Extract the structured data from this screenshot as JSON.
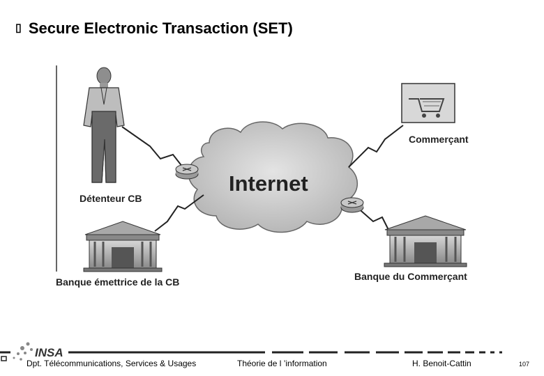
{
  "slide": {
    "bullet": "▯",
    "title": "Secure Electronic Transaction (SET)"
  },
  "diagram": {
    "cloud_label": "Internet",
    "labels": {
      "cardholder": "Détenteur CB",
      "merchant": "Commerçant",
      "issuer_bank": "Banque émettrice de la CB",
      "merchant_bank": "Banque du Commerçant"
    }
  },
  "footer": {
    "logo_text": "INSA",
    "department": "Dpt. Télécommunications, Services & Usages",
    "course": "Théorie de l ’information",
    "author": "H. Benoit-Cattin",
    "page": "107"
  }
}
